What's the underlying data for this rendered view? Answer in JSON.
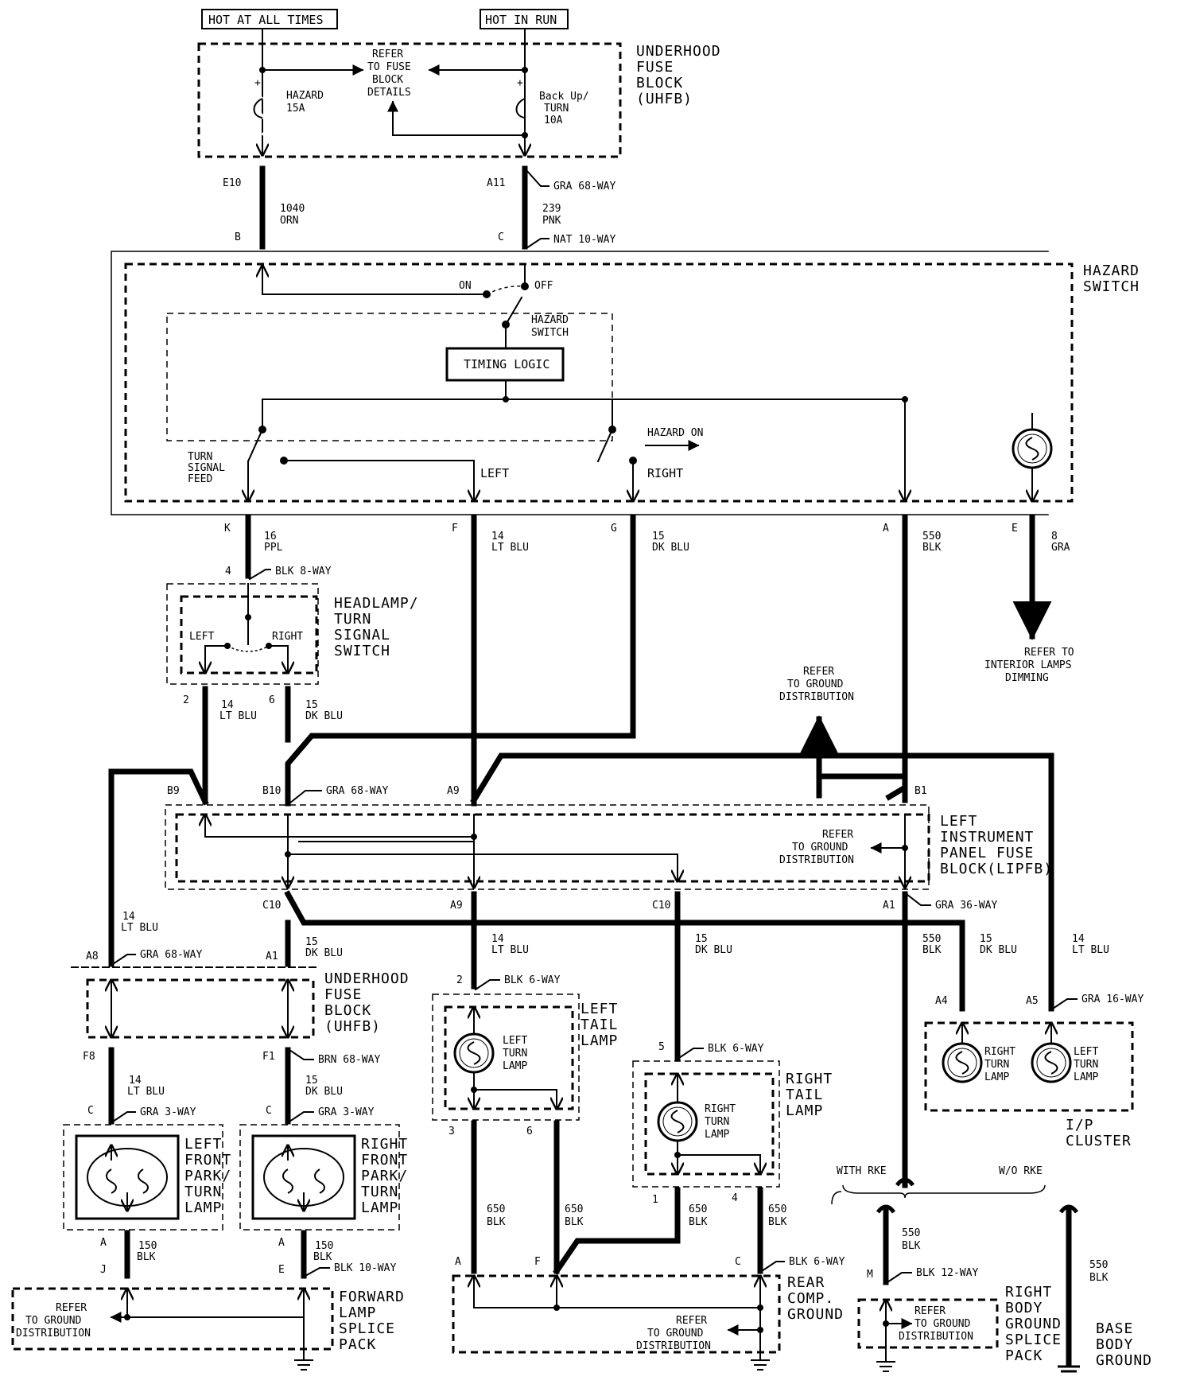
{
  "diagram": {
    "sources": {
      "hot_all": "HOT AT ALL TIMES",
      "hot_run": "HOT IN RUN"
    },
    "uhfb_top": {
      "refer": [
        "REFER",
        "TO FUSE",
        "BLOCK",
        "DETAILS"
      ],
      "fuse_left": [
        "HAZARD",
        "15A"
      ],
      "fuse_right": [
        "Back Up/",
        "TURN",
        "10A"
      ],
      "title": [
        "UNDERHOOD",
        "FUSE",
        "BLOCK",
        "(UHFB)"
      ]
    },
    "wires_top": {
      "left_pin_top": "E10",
      "left_wire": [
        "1040",
        "ORN"
      ],
      "left_pin_bottom": "B",
      "right_pin_top": "A11",
      "right_conn": "GRA 68-WAY",
      "right_wire": [
        "239",
        "PNK"
      ],
      "right_pin_bottom": "C",
      "right_conn2": "NAT 10-WAY"
    },
    "hazard": {
      "title": [
        "HAZARD",
        "SWITCH"
      ],
      "on": "ON",
      "off": "OFF",
      "switch_label": [
        "HAZARD",
        "SWITCH"
      ],
      "timing": "TIMING LOGIC",
      "turn_feed": [
        "TURN",
        "SIGNAL",
        "FEED"
      ],
      "left": "LEFT",
      "right": "RIGHT",
      "hazard_on": "HAZARD ON"
    },
    "pins_mid": {
      "k": "K",
      "k_wire": [
        "16",
        "PPL"
      ],
      "f": "F",
      "f_wire": [
        "14",
        "LT BLU"
      ],
      "g": "G",
      "g_wire": [
        "15",
        "DK BLU"
      ],
      "a": "A",
      "a_wire": [
        "550",
        "BLK"
      ],
      "e": "E",
      "e_wire": [
        "8",
        "GRA"
      ],
      "interior": [
        "REFER TO",
        "INTERIOR LAMPS",
        "DIMMING"
      ]
    },
    "headlamp": {
      "pin4": "4",
      "conn": "BLK 8-WAY",
      "title": [
        "HEADLAMP/",
        "TURN",
        "SIGNAL",
        "SWITCH"
      ],
      "left": "LEFT",
      "right": "RIGHT",
      "pin2": "2",
      "pin6": "6",
      "w2": [
        "14",
        "LT BLU"
      ],
      "w6": [
        "15",
        "DK BLU"
      ]
    },
    "ground_ref_top": [
      "REFER",
      "TO GROUND",
      "DISTRIBUTION"
    ],
    "lipfb": {
      "b9": "B9",
      "b10": "B10",
      "conn_top": "GRA 68-WAY",
      "a9": "A9",
      "b1": "B1",
      "title": [
        "LEFT",
        "INSTRUMENT",
        "PANEL FUSE",
        "BLOCK(LIPFB)"
      ],
      "refer": [
        "REFER",
        "TO GROUND",
        "DISTRIBUTION"
      ],
      "c10": "C10",
      "a9b": "A9",
      "c10b": "C10",
      "a1": "A1",
      "conn_bot": "GRA 36-WAY"
    },
    "lower_wires": {
      "w_left": [
        "14",
        "LT BLU"
      ],
      "w_c10": [
        "15",
        "DK BLU"
      ],
      "w_a9": [
        "14",
        "LT BLU"
      ],
      "w_c10b": [
        "15",
        "DK BLU"
      ],
      "w_a1": [
        "550",
        "BLK"
      ],
      "w_a4": [
        "15",
        "DK BLU"
      ],
      "w_a5": [
        "14",
        "LT BLU"
      ]
    },
    "uhfb_low": {
      "a8": "A8",
      "conn": "GRA 68-WAY",
      "a1": "A1",
      "title": [
        "UNDERHOOD",
        "FUSE",
        "BLOCK",
        "(UHFB)"
      ],
      "f8": "F8",
      "f1": "F1",
      "conn2": "BRN 68-WAY",
      "w_f8": [
        "14",
        "LT BLU"
      ],
      "w_f1": [
        "15",
        "DK BLU"
      ]
    },
    "front_lamps": {
      "c_l": "C",
      "c_r": "C",
      "conn": "GRA 3-WAY",
      "left_title": [
        "LEFT",
        "FRONT",
        "PARK/",
        "TURN",
        "LAMP"
      ],
      "right_title": [
        "RIGHT",
        "FRONT",
        "PARK/",
        "TURN",
        "LAMP"
      ],
      "a_l": "A",
      "a_r": "A",
      "w": [
        "150",
        "BLK"
      ],
      "j": "J",
      "e": "E",
      "conn_bot": "BLK 10-WAY"
    },
    "flsp": {
      "refer": [
        "REFER",
        "TO GROUND",
        "DISTRIBUTION"
      ],
      "title": [
        "FORWARD",
        "LAMP",
        "SPLICE",
        "PACK"
      ]
    },
    "ltail": {
      "pin2": "2",
      "conn": "BLK 6-WAY",
      "lamp": [
        "LEFT",
        "TURN",
        "LAMP"
      ],
      "title": [
        "LEFT",
        "TAIL",
        "LAMP"
      ],
      "p3": "3",
      "p6": "6"
    },
    "rtail": {
      "pin5": "5",
      "conn": "BLK 6-WAY",
      "lamp": [
        "RIGHT",
        "TURN",
        "LAMP"
      ],
      "title": [
        "RIGHT",
        "TAIL",
        "LAMP"
      ],
      "p1": "1",
      "p4": "4"
    },
    "rear": {
      "w": [
        "650",
        "BLK"
      ],
      "a": "A",
      "f": "F",
      "c": "C",
      "conn": "BLK 6-WAY",
      "refer": [
        "REFER",
        "TO GROUND",
        "DISTRIBUTION"
      ],
      "title": [
        "REAR",
        "COMP.",
        "GROUND"
      ]
    },
    "cluster": {
      "a4": "A4",
      "a5": "A5",
      "conn": "GRA 16-WAY",
      "rt": [
        "RIGHT",
        "TURN",
        "LAMP"
      ],
      "lt": [
        "LEFT",
        "TURN",
        "LAMP"
      ],
      "title": [
        "I/P",
        "CLUSTER"
      ]
    },
    "rke": {
      "with": "WITH RKE",
      "without": "W/O RKE",
      "w1": [
        "550",
        "BLK"
      ],
      "w2": [
        "550",
        "BLK"
      ],
      "m": "M",
      "conn": "BLK 12-WAY",
      "refer": [
        "REFER",
        "TO GROUND",
        "DISTRIBUTION"
      ],
      "splice": [
        "RIGHT",
        "BODY",
        "GROUND",
        "SPLICE",
        "PACK"
      ],
      "base": [
        "BASE",
        "BODY",
        "GROUND"
      ]
    }
  }
}
